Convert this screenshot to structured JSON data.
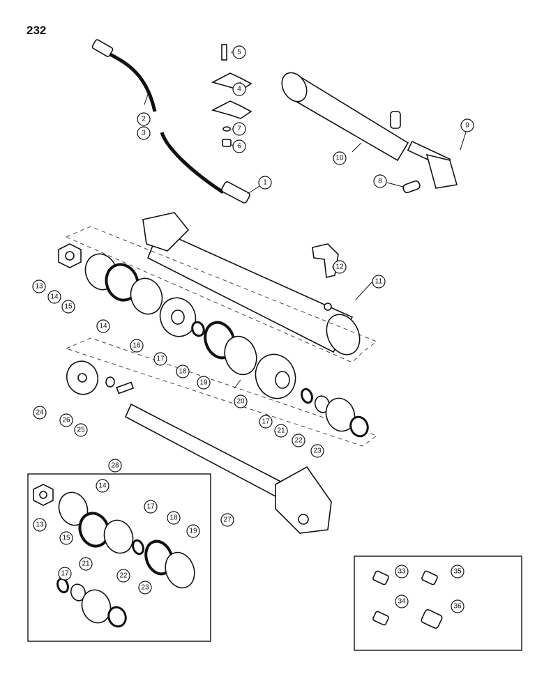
{
  "page_number": "232",
  "callouts": [
    "1",
    "2",
    "3",
    "4",
    "5",
    "6",
    "7",
    "8",
    "9",
    "10",
    "11",
    "12",
    "13",
    "14",
    "15",
    "16",
    "17",
    "18",
    "19",
    "20",
    "21",
    "22",
    "23",
    "24",
    "25",
    "26",
    "27",
    "28",
    "33",
    "34",
    "35",
    "36"
  ],
  "callouts_kit": [
    "14",
    "13",
    "15",
    "17",
    "18",
    "19",
    "17",
    "21",
    "22",
    "23"
  ]
}
